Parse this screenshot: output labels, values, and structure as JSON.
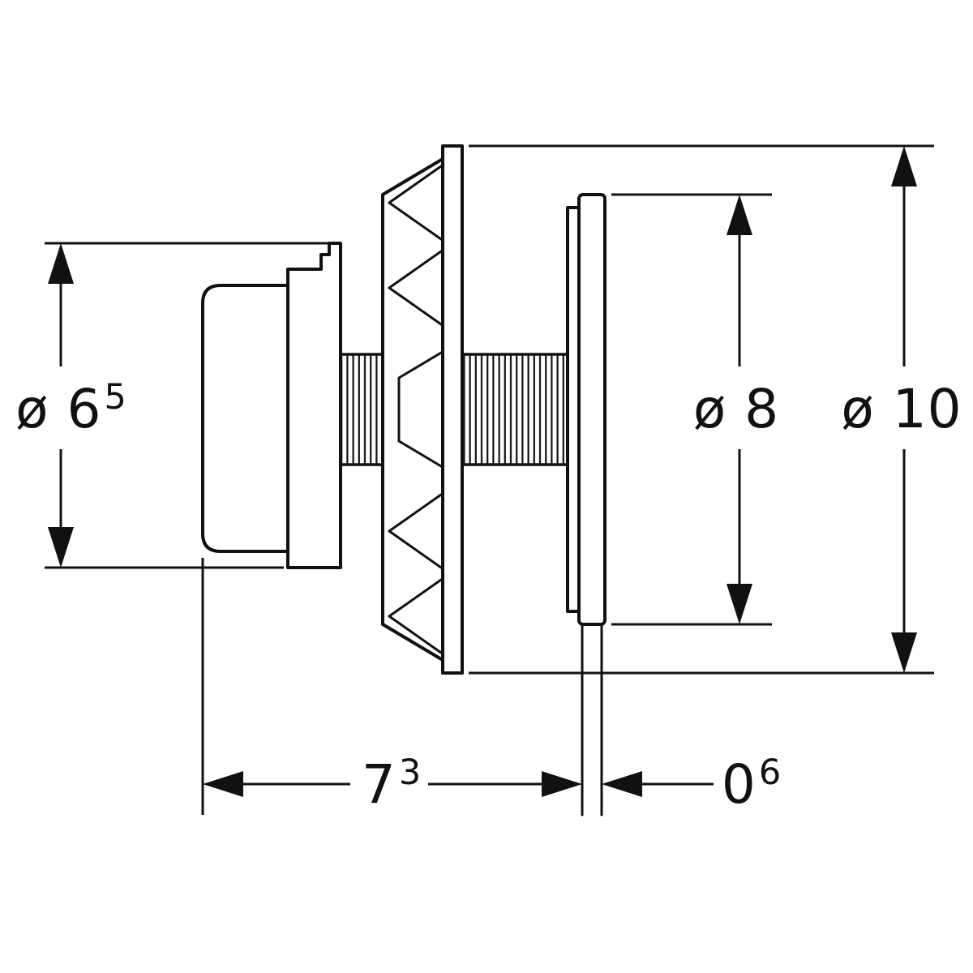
{
  "meta": {
    "background_color": "#ffffff",
    "line_color": "#111111",
    "drawing_kind": "technical dimension drawing, side view of pneumatic flush actuator button"
  },
  "dimensions": {
    "button_dia": {
      "base": "ø 6",
      "sup": "5"
    },
    "nut_dia": {
      "base": "ø 8",
      "sup": ""
    },
    "flange_dia": {
      "base": "ø 10",
      "sup": ""
    },
    "body_length": {
      "base": "7",
      "sup": "3"
    },
    "hose_dia": {
      "base": "0",
      "sup": "6"
    }
  }
}
